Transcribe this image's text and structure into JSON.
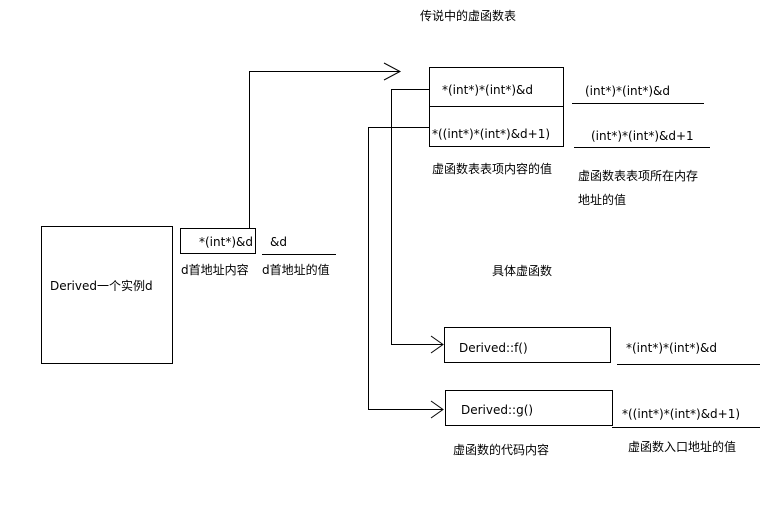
{
  "title": "传说中的虚函数表",
  "instance": {
    "label": "Derived一个实例d"
  },
  "d_first": {
    "box_text": "*(int*)&d",
    "box_caption": "d首地址内容",
    "addr_text": "&d",
    "addr_caption": "d首地址的值"
  },
  "vtable": {
    "entry0": "*(int*)*(int*)&d",
    "entry1": "*((int*)*(int*)&d+1)",
    "caption": "虚函数表表项内容的值",
    "addr0": "(int*)*(int*)&d",
    "addr1": "(int*)*(int*)&d+1",
    "addr_caption": "虚函数表表项所在内存地址的值"
  },
  "funcs": {
    "heading": "具体虚函数",
    "f_label": "Derived::f()",
    "g_label": "Derived::g()",
    "f_addr": "*(int*)*(int*)&d",
    "g_addr": "*((int*)*(int*)&d+1)",
    "caption": "虚函数的代码内容",
    "addr_caption": "虚函数入口地址的值"
  }
}
